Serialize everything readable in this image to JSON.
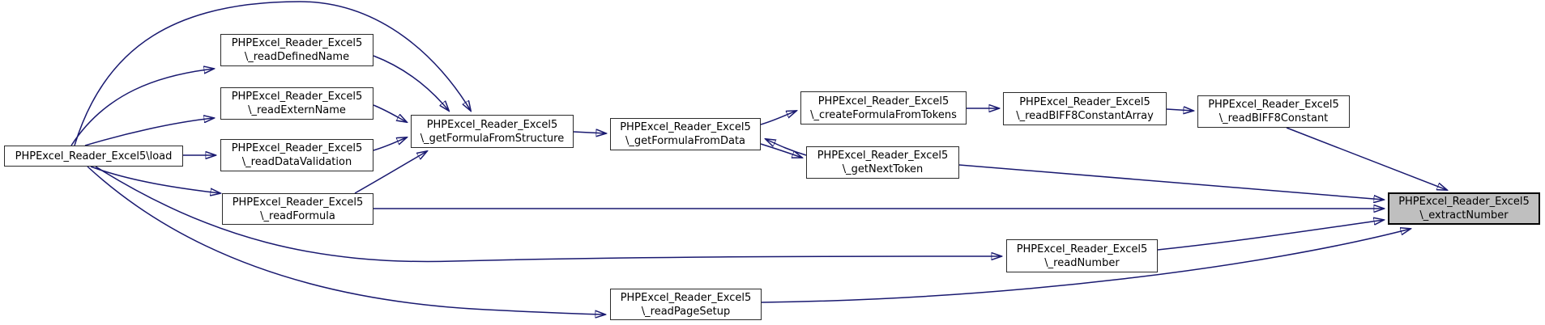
{
  "diagram": {
    "kind": "doxygen-call-graph",
    "edge_color": "#191970",
    "node_background": "#ffffff",
    "highlight_background": "#bfbfbf",
    "nodes": [
      {
        "id": "load",
        "line1": "PHPExcel_Reader_Excel5\\load"
      },
      {
        "id": "readDefinedName",
        "line1": "PHPExcel_Reader_Excel5",
        "line2": "\\_readDefinedName"
      },
      {
        "id": "readExternName",
        "line1": "PHPExcel_Reader_Excel5",
        "line2": "\\_readExternName"
      },
      {
        "id": "readDataValidation",
        "line1": "PHPExcel_Reader_Excel5",
        "line2": "\\_readDataValidation"
      },
      {
        "id": "readFormula",
        "line1": "PHPExcel_Reader_Excel5",
        "line2": "\\_readFormula"
      },
      {
        "id": "getFormulaFromStructure",
        "line1": "PHPExcel_Reader_Excel5",
        "line2": "\\_getFormulaFromStructure"
      },
      {
        "id": "getFormulaFromData",
        "line1": "PHPExcel_Reader_Excel5",
        "line2": "\\_getFormulaFromData"
      },
      {
        "id": "createFormulaFromTokens",
        "line1": "PHPExcel_Reader_Excel5",
        "line2": "\\_createFormulaFromTokens"
      },
      {
        "id": "getNextToken",
        "line1": "PHPExcel_Reader_Excel5",
        "line2": "\\_getNextToken"
      },
      {
        "id": "readBIFF8ConstantArray",
        "line1": "PHPExcel_Reader_Excel5",
        "line2": "\\_readBIFF8ConstantArray"
      },
      {
        "id": "readBIFF8Constant",
        "line1": "PHPExcel_Reader_Excel5",
        "line2": "\\_readBIFF8Constant"
      },
      {
        "id": "extractNumber",
        "line1": "PHPExcel_Reader_Excel5",
        "line2": "\\_extractNumber",
        "highlighted": true
      },
      {
        "id": "readNumber",
        "line1": "PHPExcel_Reader_Excel5",
        "line2": "\\_readNumber"
      },
      {
        "id": "readPageSetup",
        "line1": "PHPExcel_Reader_Excel5",
        "line2": "\\_readPageSetup"
      }
    ],
    "edges": [
      {
        "from": "load",
        "to": "readDefinedName"
      },
      {
        "from": "load",
        "to": "readExternName"
      },
      {
        "from": "load",
        "to": "readDataValidation"
      },
      {
        "from": "load",
        "to": "readFormula"
      },
      {
        "from": "load",
        "to": "getFormulaFromStructure"
      },
      {
        "from": "load",
        "to": "readNumber"
      },
      {
        "from": "load",
        "to": "readPageSetup"
      },
      {
        "from": "readDefinedName",
        "to": "getFormulaFromStructure"
      },
      {
        "from": "readExternName",
        "to": "getFormulaFromStructure"
      },
      {
        "from": "readDataValidation",
        "to": "getFormulaFromStructure"
      },
      {
        "from": "readFormula",
        "to": "getFormulaFromStructure"
      },
      {
        "from": "readFormula",
        "to": "extractNumber"
      },
      {
        "from": "getFormulaFromStructure",
        "to": "getFormulaFromData"
      },
      {
        "from": "getFormulaFromData",
        "to": "createFormulaFromTokens"
      },
      {
        "from": "getFormulaFromData",
        "to": "getNextToken"
      },
      {
        "from": "getNextToken",
        "to": "getFormulaFromData"
      },
      {
        "from": "createFormulaFromTokens",
        "to": "readBIFF8ConstantArray"
      },
      {
        "from": "readBIFF8ConstantArray",
        "to": "readBIFF8Constant"
      },
      {
        "from": "readBIFF8Constant",
        "to": "extractNumber"
      },
      {
        "from": "getNextToken",
        "to": "extractNumber"
      },
      {
        "from": "readNumber",
        "to": "extractNumber"
      },
      {
        "from": "readPageSetup",
        "to": "extractNumber"
      }
    ]
  }
}
